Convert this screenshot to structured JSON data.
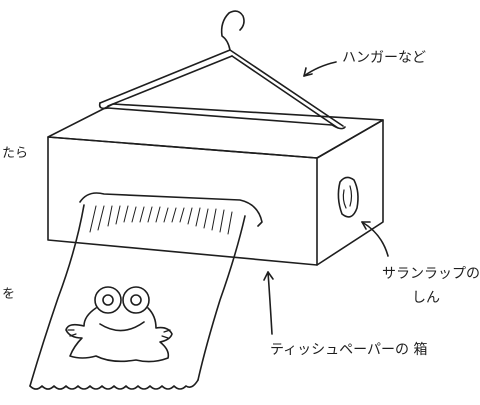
{
  "labels": {
    "hanger": "ハンガーなど",
    "wrap_core_line1": "サランラップの",
    "wrap_core_line2": "しん",
    "tissue_box": "ティッシュペーパーの 箱",
    "edge_left_1": "たら",
    "edge_left_2": "を"
  },
  "colors": {
    "ink": "#1e1e1e",
    "paper": "#ffffff"
  }
}
